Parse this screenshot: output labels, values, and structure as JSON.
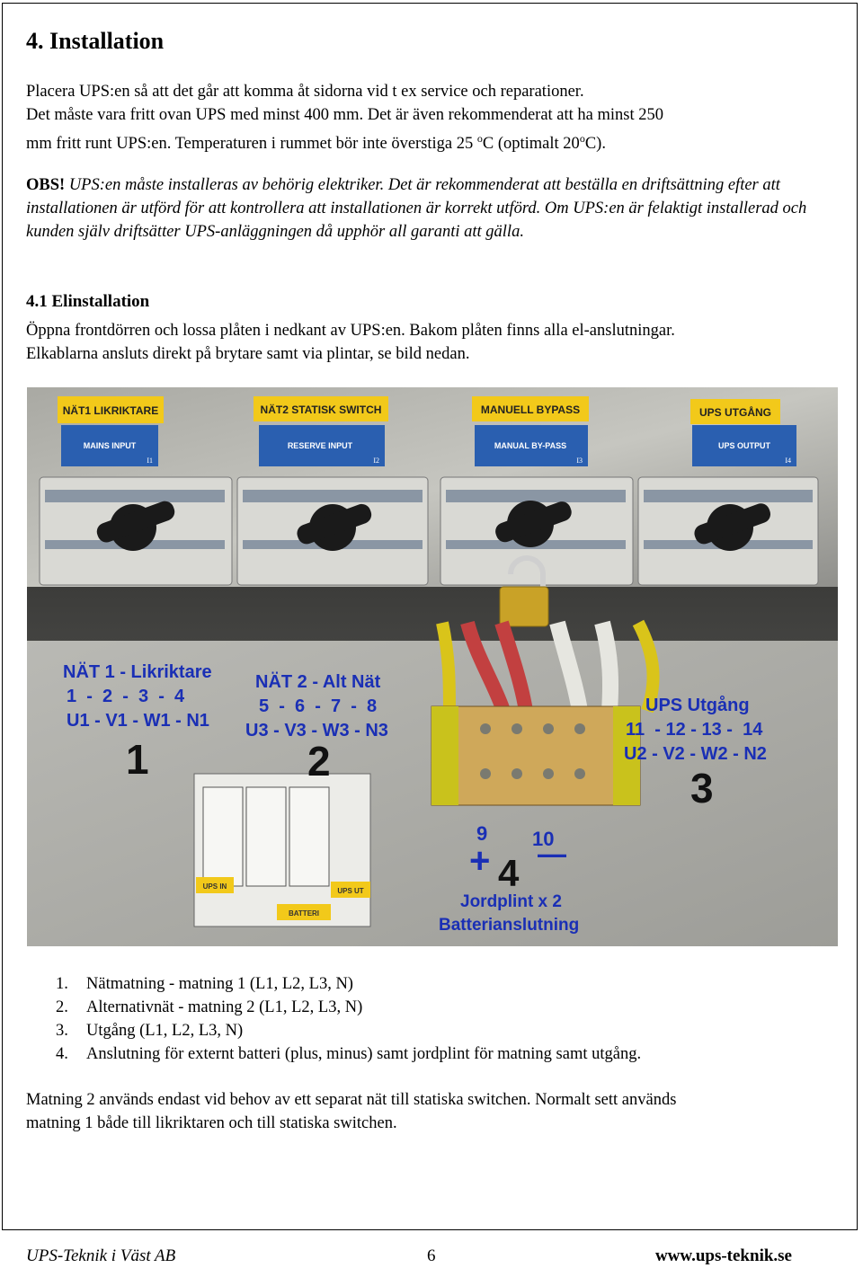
{
  "heading": "4. Installation",
  "intro": {
    "line1": "Placera UPS:en så att det går att komma åt sidorna vid t ex service och reparationer.",
    "line2": "Det måste vara fritt ovan UPS med minst 400 mm. Det är även rekommenderat att ha minst 250",
    "line3a": "mm fritt runt UPS:en. Temperaturen i rummet bör inte överstiga 25 ",
    "sup1": "o",
    "line3b": "C (optimalt 20",
    "sup2": "o",
    "line3c": "C)."
  },
  "warning": {
    "obs": "OBS!",
    "text": " UPS:en måste installeras av behörig elektriker. Det är rekommenderat att beställa en driftsättning efter att installationen är utförd för att kontrollera att installationen är korrekt utförd. Om UPS:en är felaktigt installerad och kunden själv driftsätter UPS-anläggningen då upphör all garanti att gälla."
  },
  "section": {
    "title": "4.1 Elinstallation",
    "line1": "Öppna frontdörren och lossa plåten i nedkant av UPS:en. Bakom plåten finns alla el-anslutningar.",
    "line2": "Elkablarna ansluts direkt på brytare samt via plintar, se bild nedan."
  },
  "photo": {
    "plates": [
      "NÄT1 LIKRIKTARE",
      "NÄT2 STATISK SWITCH",
      "MANUELL BYPASS",
      "UPS UTGÅNG"
    ],
    "switch_labels": [
      "MAINS INPUT",
      "RESERVE INPUT",
      "MANUAL BY-PASS",
      "UPS OUTPUT"
    ],
    "switch_ids": [
      "I1",
      "I2",
      "I3",
      "I4"
    ],
    "g1": {
      "title": "NÄT 1 - Likriktare",
      "nums": "1  -  2  -  3  -  4",
      "phases": "U1 - V1 - W1 - N1",
      "big": "1"
    },
    "g2": {
      "title": "NÄT 2 - Alt Nät",
      "nums": "5  -  6  -  7  -  8",
      "phases": "U3 - V3 - W3 - N3",
      "big": "2"
    },
    "g3": {
      "title": "UPS Utgång",
      "nums": "11  - 12 - 13 -  14",
      "phases": "U2 - V2 - W2 - N2",
      "big": "3"
    },
    "g4": {
      "plus_num": "9",
      "minus_num": "10",
      "plus": "+",
      "minus": "—",
      "big": "4",
      "line1": "Jordplint x 2",
      "line2": "Batterianslutning"
    },
    "inner_labels": [
      "UPS IN",
      "UPS UT",
      "BATTERI"
    ]
  },
  "list": [
    {
      "num": "1.",
      "text": "Nätmatning - matning 1 (L1, L2, L3, N)"
    },
    {
      "num": "2.",
      "text": "Alternativnät - matning 2 (L1, L2, L3, N)"
    },
    {
      "num": "3.",
      "text": "Utgång (L1, L2, L3, N)"
    },
    {
      "num": "4.",
      "text": "Anslutning för externt batteri (plus, minus) samt jordplint för matning samt utgång."
    }
  ],
  "closing": {
    "line1": "Matning 2 används endast vid behov av ett separat nät till statiska switchen. Normalt sett används",
    "line2": "matning 1 både till likriktaren och till statiska switchen."
  },
  "footer": {
    "company": "UPS-Teknik i Väst AB",
    "page": "6",
    "url": "www.ups-teknik.se"
  },
  "colors": {
    "label_blue": "#1a2fb5",
    "plate_yellow": "#f2c91a",
    "plate_blue": "#2a5fb0"
  }
}
